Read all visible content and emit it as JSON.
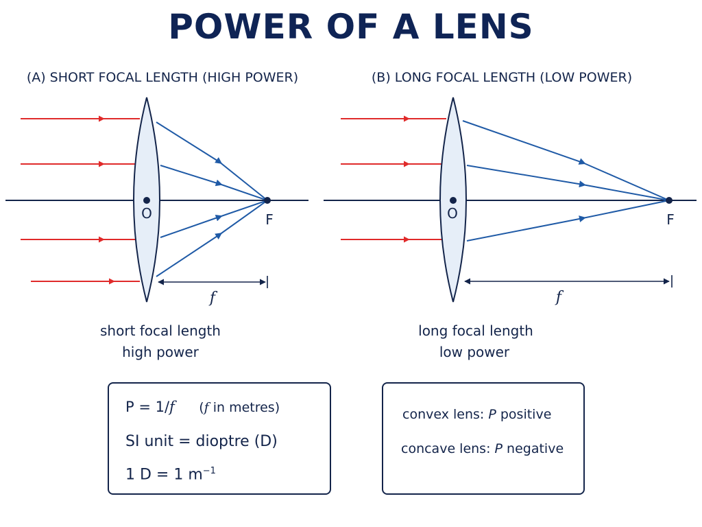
{
  "title": "POWER OF A LENS",
  "panel_a": {
    "heading": "(A) SHORT FOCAL LENGTH (HIGH POWER)",
    "center_label": "O",
    "focus_label": "F",
    "focal_symbol": "f",
    "caption_line1": "short focal length",
    "caption_line2": "high power"
  },
  "panel_b": {
    "heading": "(B) LONG FOCAL LENGTH (LOW POWER)",
    "center_label": "O",
    "focus_label": "F",
    "focal_symbol": "f",
    "caption_line1": "long focal length",
    "caption_line2": "low power"
  },
  "formula_box": {
    "line1_prefix": "P = 1/",
    "line1_symbol": "f",
    "line1_note_open": "(",
    "line1_note_symbol": "f",
    "line1_note_rest": " in metres)",
    "line2": "SI unit = dioptre (D)",
    "line3_prefix": "1 D = 1 m",
    "line3_exponent": "−1"
  },
  "sign_box": {
    "line1_prefix": "convex lens: ",
    "line1_symbol": "P",
    "line1_suffix": " positive",
    "line2_prefix": "concave lens: ",
    "line2_symbol": "P",
    "line2_suffix": " negative"
  },
  "colors": {
    "incident_ray": "#e02a2a",
    "refracted_ray": "#1f5aa6",
    "axis": "#13244a",
    "lens_fill": "#e6eef8",
    "lens_stroke": "#13244a",
    "text": "#13244a",
    "title": "#0f2455"
  }
}
